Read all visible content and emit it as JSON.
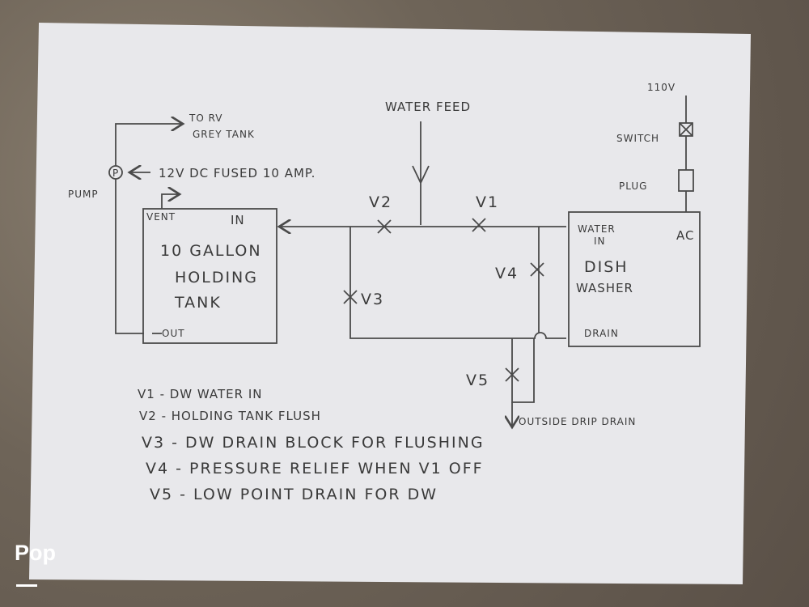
{
  "title": "Dishwasher holding tank plumbing schematic",
  "labels": {
    "to_rv": "TO RV",
    "grey_tank": "GREY TANK",
    "pump_symbol": "P",
    "pump": "PUMP",
    "power": "12V DC FUSED 10 AMP.",
    "vent": "VENT",
    "in": "IN",
    "out": "OUT",
    "tank_line1": "10 GALLON",
    "tank_line2": "HOLDING",
    "tank_line3": "TANK",
    "water_feed": "WATER FEED",
    "v1": "V1",
    "v2": "V2",
    "v3": "V3",
    "v4": "V4",
    "v5": "V5",
    "water": "WATER",
    "water_in": "IN",
    "dish": "DISH",
    "washer": "WASHER",
    "drain": "DRAIN",
    "ac": "AC",
    "voltage": "110V",
    "switch": "SWITCH",
    "plug": "PLUG",
    "outside_drain": "OUTSIDE DRIP DRAIN"
  },
  "legend": [
    "V1 - DW WATER IN",
    "V2 - HOLDING TANK FLUSH",
    "V3 - DW DRAIN BLOCK FOR FLUSHING",
    "V4 - PRESSURE RELIEF WHEN V1 OFF",
    "V5 - LOW POINT DRAIN FOR DW"
  ],
  "watermark": "Pop",
  "colors": {
    "paper": "#e9e9ec",
    "ink": "#4a4a4a"
  }
}
